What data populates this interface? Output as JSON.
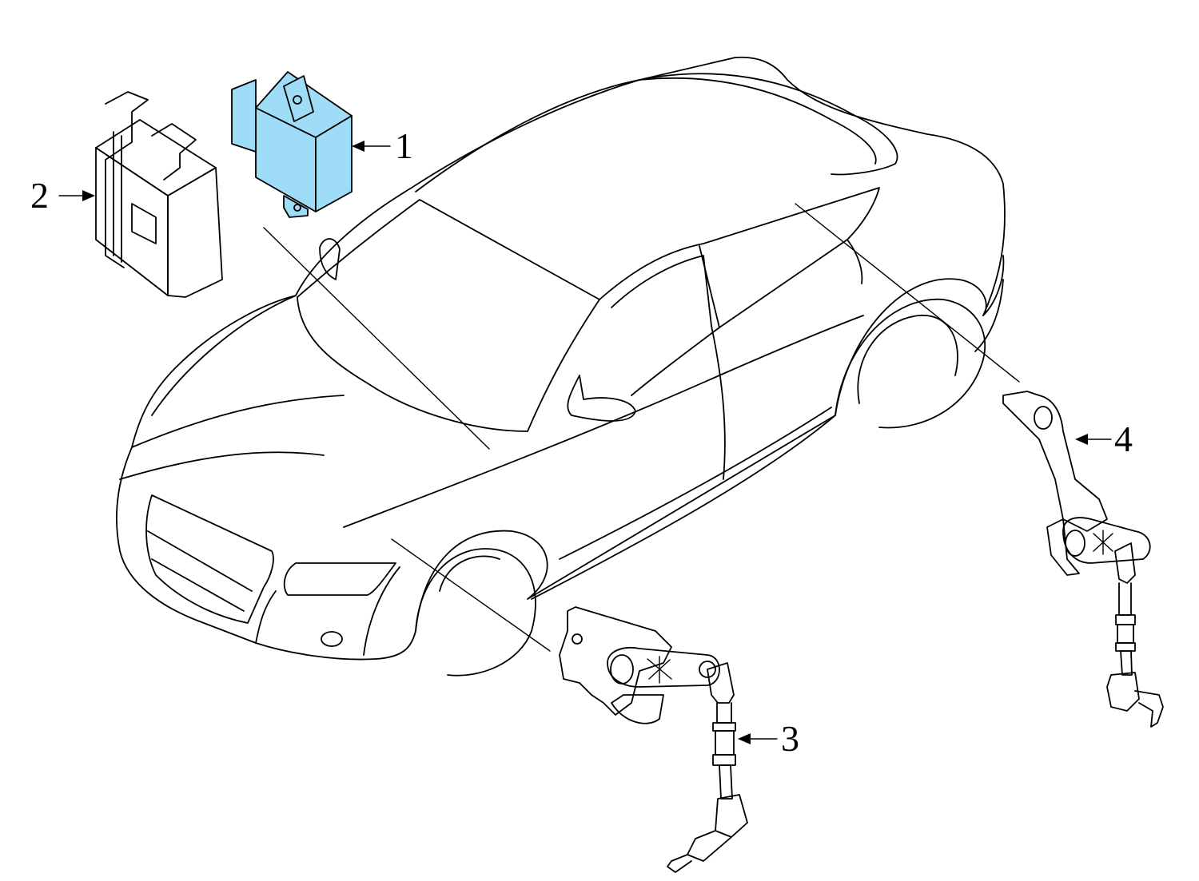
{
  "colors": {
    "highlight": "#9fdcf7",
    "line": "#000000",
    "background": "#ffffff"
  },
  "callouts": [
    {
      "number": "1",
      "part": "highlighted-control-module"
    },
    {
      "number": "2",
      "part": "control-module"
    },
    {
      "number": "3",
      "part": "front-level-sensor"
    },
    {
      "number": "4",
      "part": "rear-level-sensor"
    }
  ]
}
